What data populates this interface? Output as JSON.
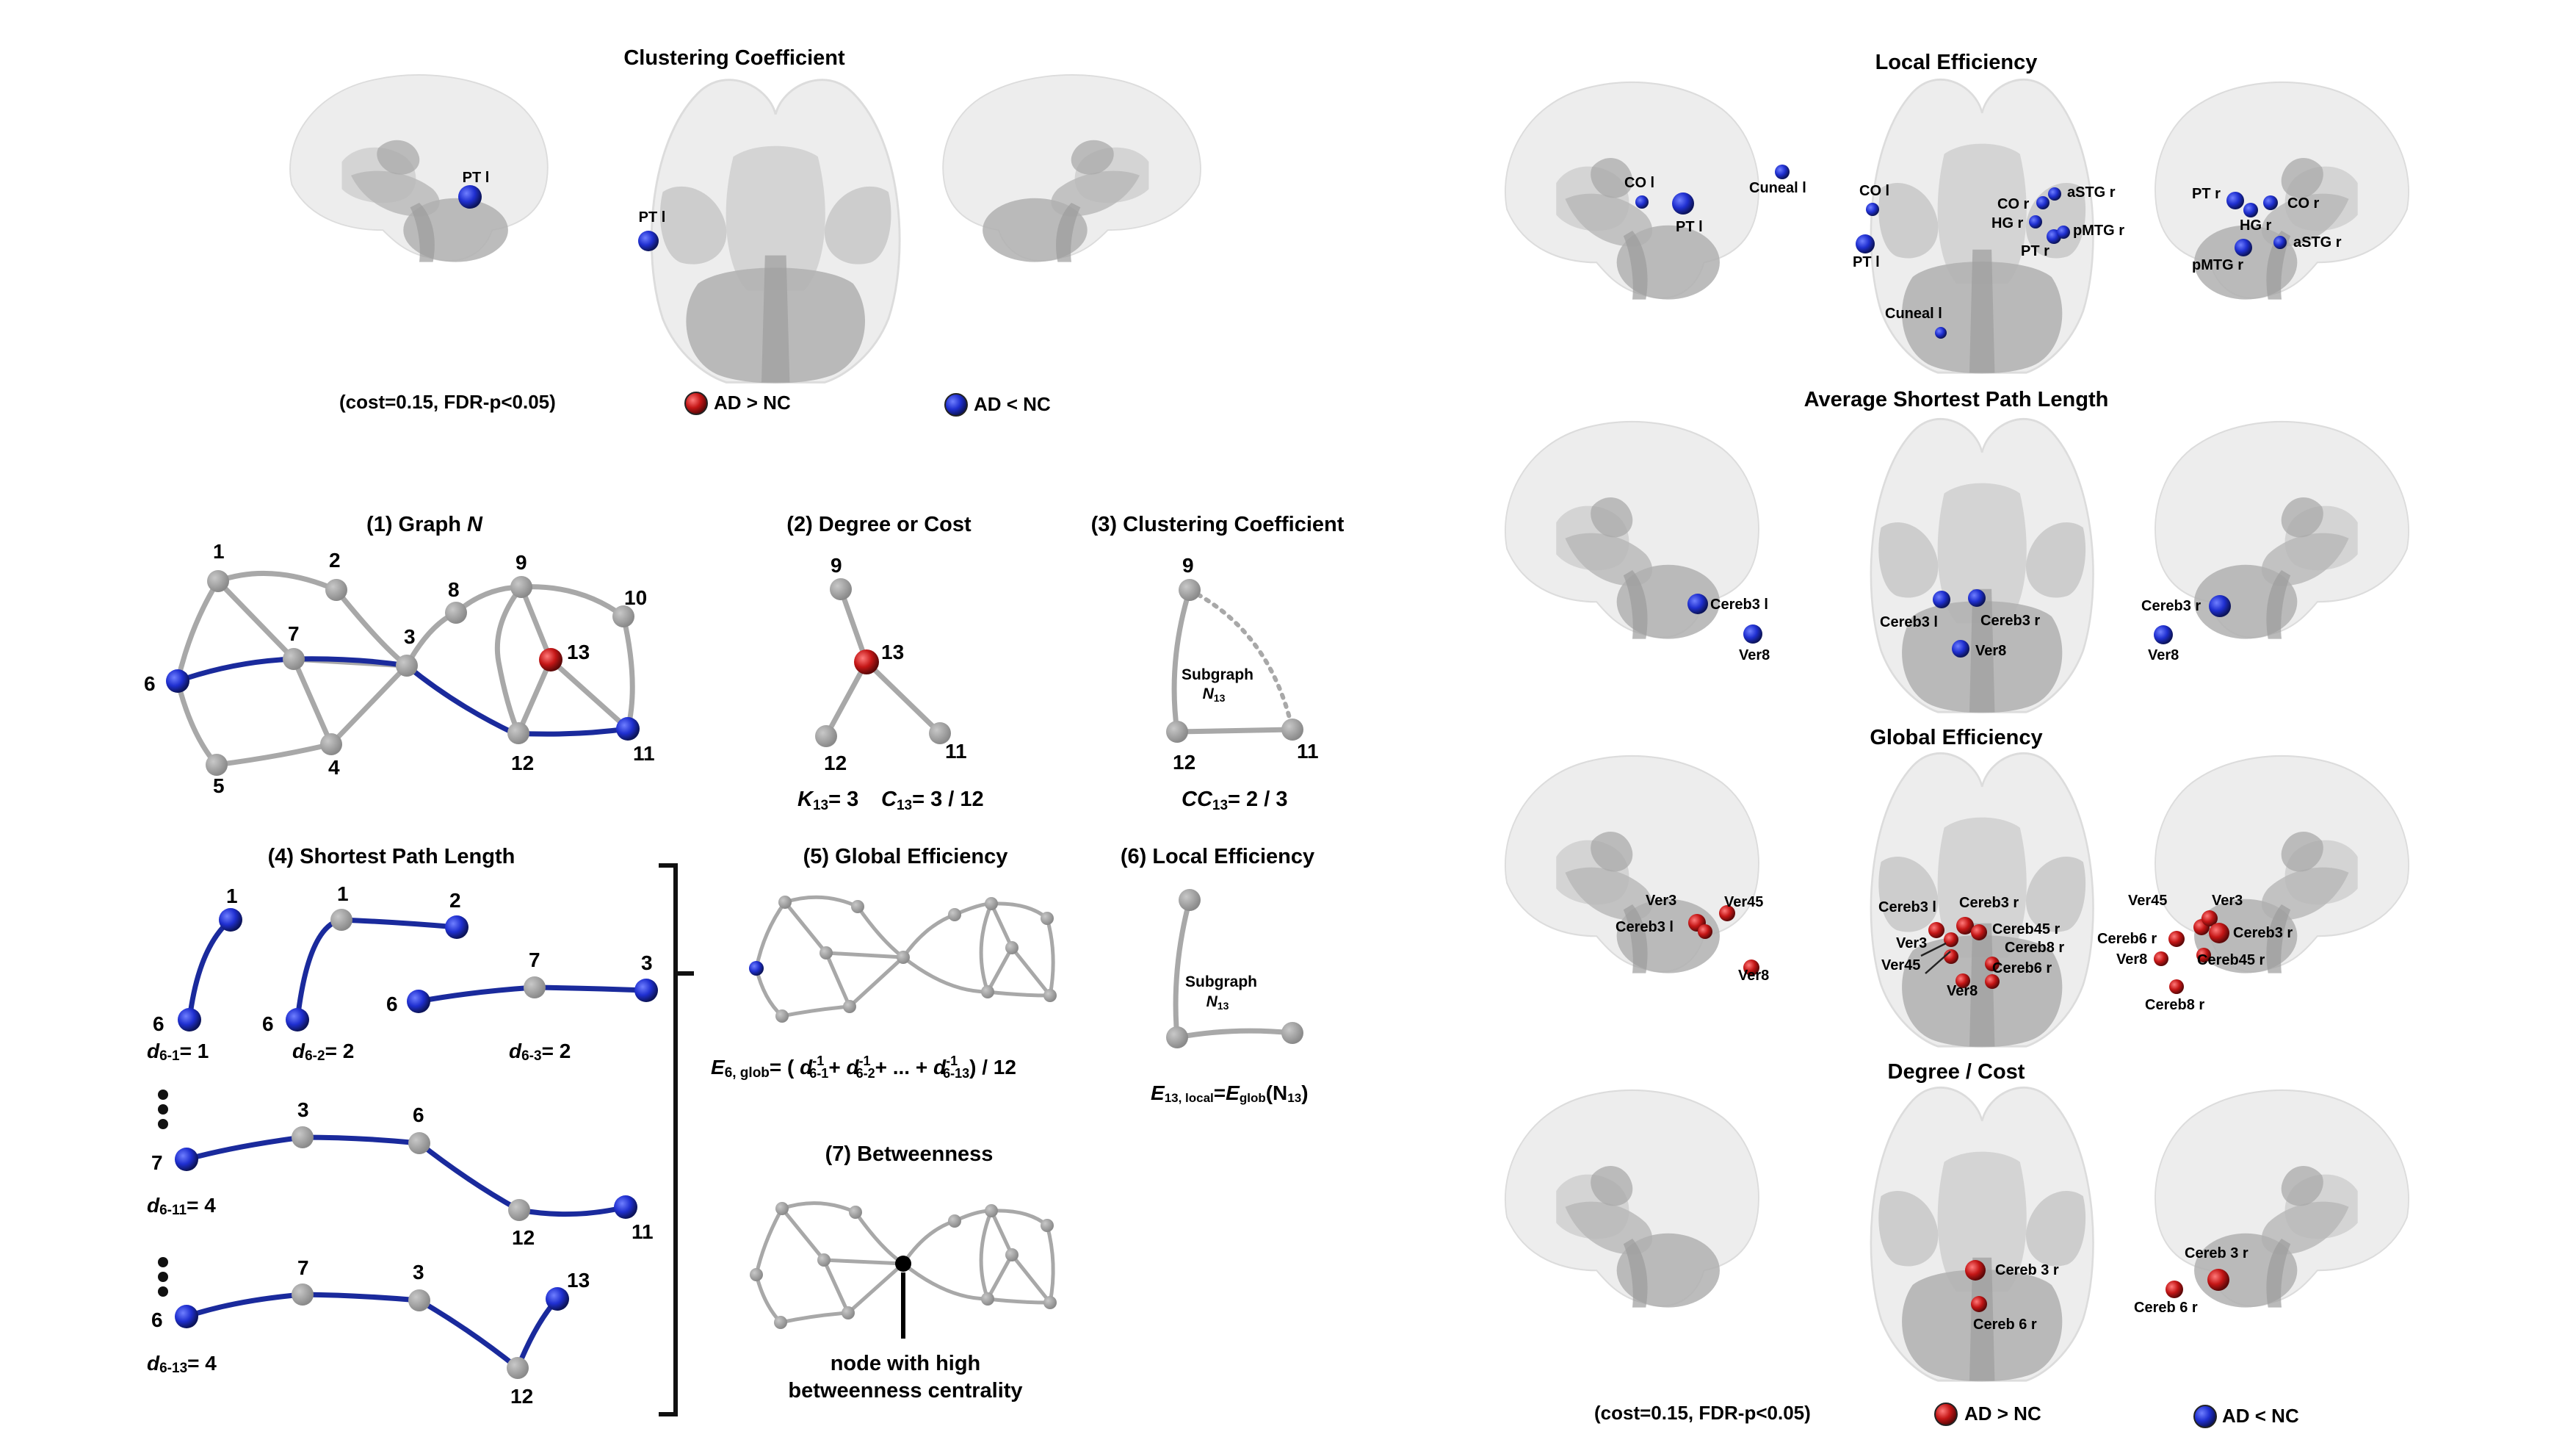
{
  "left_brain": {
    "title": "Clustering Coefficient",
    "labels": [
      "PT l",
      "PT l"
    ],
    "footer": {
      "condition": "(cost=0.15, FDR-p<0.05)",
      "legend_red": "AD > NC",
      "legend_blue": "AD < NC"
    }
  },
  "right_panels": {
    "local": {
      "title": "Local Efficiency",
      "labels": [
        "CO l",
        "PT l",
        "Cuneal l",
        "CO l",
        "PT l",
        "Cuneal l",
        "CO r",
        "aSTG r",
        "HG r",
        "pMTG r",
        "PT r",
        "PT r",
        "CO r",
        "HG r",
        "aSTG r",
        "pMTG r"
      ]
    },
    "aspl": {
      "title": "Average Shortest Path Length",
      "labels": [
        "Cereb3 l",
        "Ver8",
        "Cereb3 l",
        "Cereb3 r",
        "Ver8",
        "Cereb3 r",
        "Ver8"
      ]
    },
    "global": {
      "title": "Global Efficiency",
      "labels": [
        "Ver3",
        "Ver45",
        "Cereb3 l",
        "Ver8",
        "Cereb3 l",
        "Cereb3 r",
        "Cereb45 r",
        "Ver3",
        "Cereb8 r",
        "Ver45",
        "Cereb6 r",
        "Ver8",
        "Ver45",
        "Ver3",
        "Cereb6 r",
        "Cereb3 r",
        "Ver8",
        "Cereb45 r",
        "Cereb8 r"
      ]
    },
    "degree": {
      "title": "Degree / Cost",
      "labels": [
        "Cereb 3 r",
        "Cereb 6 r",
        "Cereb 3 r",
        "Cereb 6 r"
      ]
    },
    "footer": {
      "condition": "(cost=0.15, FDR-p<0.05)",
      "legend_red": "AD > NC",
      "legend_blue": "AD < NC"
    }
  },
  "graph_panels": {
    "p1": {
      "title": "(1) Graph",
      "title_italic": "N",
      "nodes": [
        "1",
        "2",
        "7",
        "3",
        "8",
        "9",
        "10",
        "13",
        "6",
        "5",
        "4",
        "12",
        "11"
      ]
    },
    "p2": {
      "title": "(2) Degree or Cost",
      "nodes": [
        "9",
        "13",
        "12",
        "11"
      ],
      "k_formula": "K",
      "k_sub": "13",
      "k_val": "= 3",
      "c_formula": "C",
      "c_sub": "13",
      "c_val": "= 3 / 12"
    },
    "p3": {
      "title": "(3) Clustering Coefficient",
      "nodes": [
        "9",
        "12",
        "11"
      ],
      "subgraph": "Subgraph",
      "subgraph_n": "N",
      "subgraph_sub": "13",
      "cc": "CC",
      "cc_sub": "13",
      "cc_val": "= 2 / 3"
    },
    "p4": {
      "title": "(4) Shortest Path Length",
      "nodes": [
        "1",
        "6",
        "1",
        "2",
        "6",
        "7",
        "3",
        "6",
        "7",
        "3",
        "6",
        "12",
        "11",
        "7",
        "3",
        "6",
        "12",
        "13"
      ],
      "d1": "d",
      "d1_sub": "6-1",
      "d1_val": "= 1",
      "d2": "d",
      "d2_sub": "6-2",
      "d2_val": "= 2",
      "d3": "d",
      "d3_sub": "6-3",
      "d3_val": "= 2",
      "d4": "d",
      "d4_sub": "6-11",
      "d4_val": "= 4",
      "d5": "d",
      "d5_sub": "6-13",
      "d5_val": "= 4"
    },
    "p5": {
      "title": "(5) Global Efficiency",
      "formula": {
        "e": "E",
        "e_sub": "6, glob",
        "eq": "= (",
        "d": "d",
        "sup": "-1",
        "s1": "6-1",
        "plus": "+",
        "s2": "6-2",
        "dots": "+ ... +",
        "s3": "6-13",
        "tail": ") / 12"
      }
    },
    "p6": {
      "title": "(6) Local Efficiency",
      "subgraph": "Subgraph",
      "subgraph_n": "N",
      "subgraph_sub": "13",
      "e": "E",
      "e_sub": "13, local",
      "eq": "=",
      "e2": "E",
      "e2_sub": "glob",
      "n": "(N",
      "n_sub": "13",
      "close": ")"
    },
    "p7": {
      "title": "(7) Betweenness",
      "caption_1": "node with high",
      "caption_2": "betweenness centrality"
    }
  },
  "colors": {
    "blue": "#1a2a9c",
    "red": "#b01414",
    "gray_node": "#9a9a9a",
    "edge": "#a8a8a8"
  }
}
